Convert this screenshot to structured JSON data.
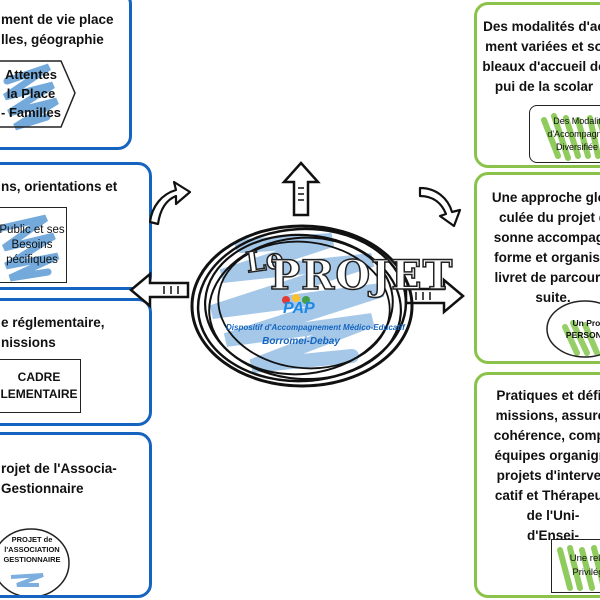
{
  "center": {
    "title_le": "Le",
    "title_projet": "PROJET",
    "logo_text": "PAP",
    "subtitle": "Dispositif d'Accompagnement Médico-Educatif",
    "site": "Borromei-Debay"
  },
  "left_panels": [
    {
      "text": "ment de vie place\nlles, géographie",
      "box": "Attentes\nla Place\n- Familles"
    },
    {
      "text": "ns, orientations et",
      "box": "Public et ses\nBesoins\npécifiques"
    },
    {
      "text": "e réglementaire,\nnissions",
      "box": "CADRE\nLEMENTAIRE"
    },
    {
      "text": "rojet de l'Associa-\nGestionnaire",
      "box": "PROJET de\nl'ASSOCIATION\nGESTIONNAIRE"
    }
  ],
  "right_panels": [
    {
      "text": "Des modalités d'ac\nment variées et so\nbleaux d'accueil de\npui de la scolar",
      "box": "Des Modalit\nd'Accompagne\nDiversifiée"
    },
    {
      "text": "Une approche glob\nculée du projet d\nsonne accompagn\nforme et organisat\nlivret de parcours,\nsuite.",
      "box": "Un Proje\nPERSONNA"
    },
    {
      "text": "Pratiques et défin\nmissions, assurer\ncohérence, compe\néquipes organigra\nprojets d'interven\ncatif et Thérapeuti\nde l'Uni-\nd'Ensei-",
      "box": "Une relat\nPrivilégi"
    }
  ],
  "colors": {
    "blue": "#1565c0",
    "green": "#8bc34a",
    "scribble_blue": "#5b9bd5",
    "scribble_green": "#7cc242"
  }
}
